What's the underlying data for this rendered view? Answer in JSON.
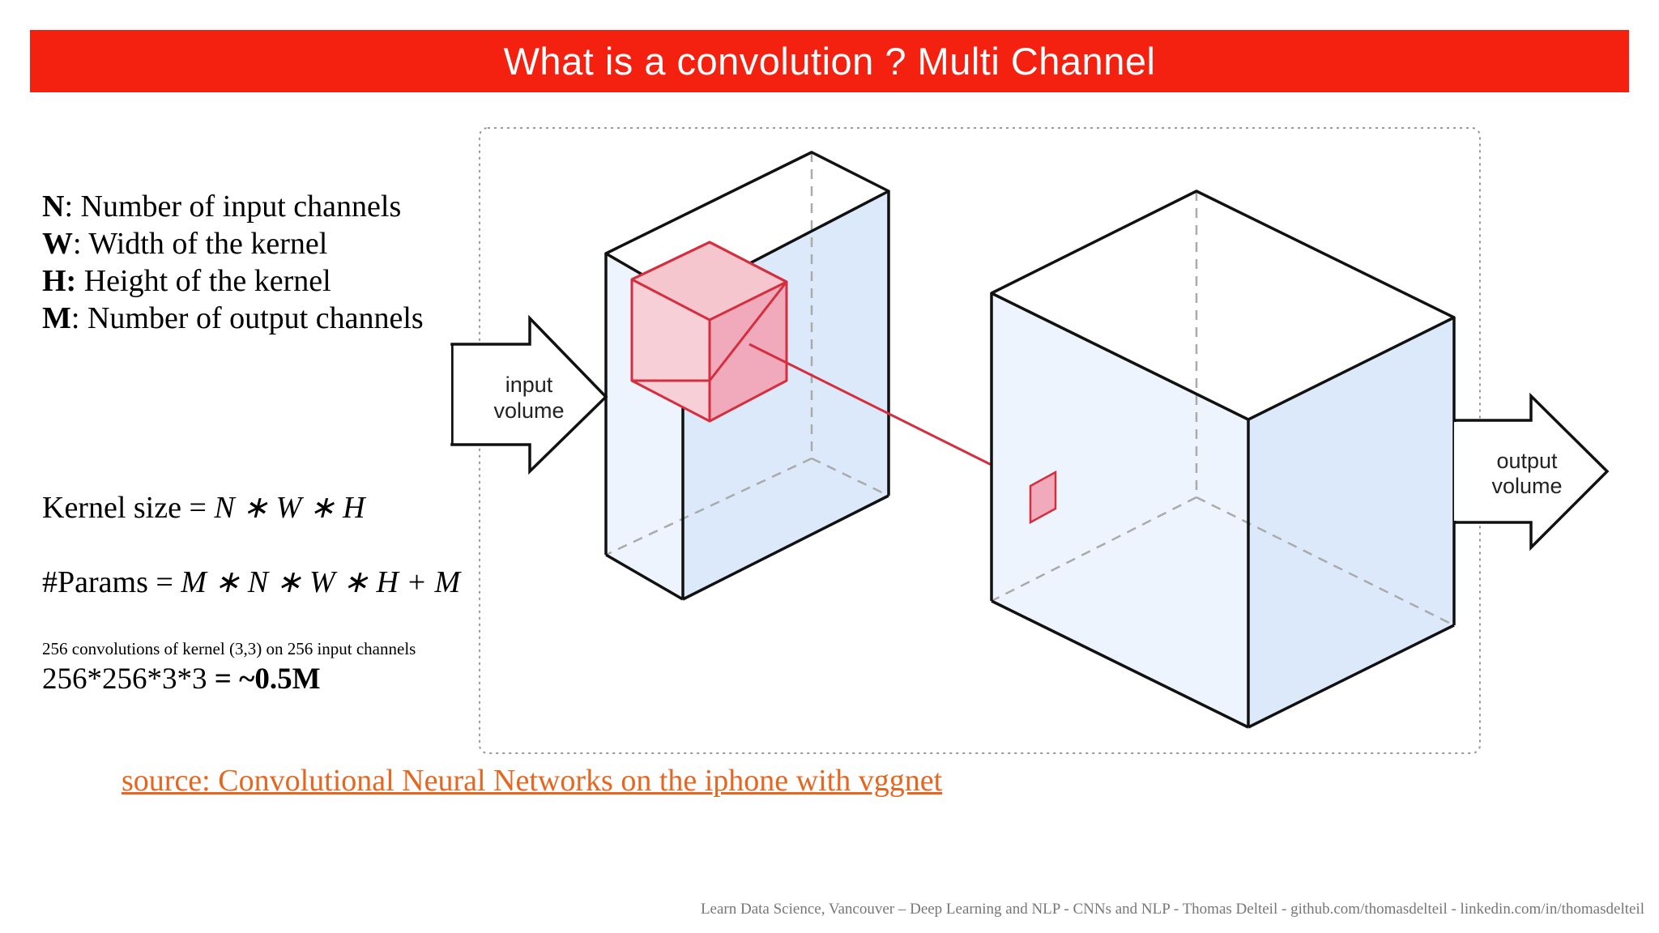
{
  "title": "What is a convolution ? Multi Channel",
  "definitions": [
    {
      "symbol": "N",
      "sep": ":",
      "text": " Number of input channels"
    },
    {
      "symbol": "W",
      "sep": ":",
      "text": " Width of the kernel"
    },
    {
      "symbol": "H:",
      "sep": "",
      "text": " Height of the kernel"
    },
    {
      "symbol": "M",
      "sep": ":",
      "text": " Number of output channels"
    }
  ],
  "kernel_size": {
    "label": "Kernel size = ",
    "expression": "N ∗ W ∗ H"
  },
  "params": {
    "label": "#Params = ",
    "expression": "M ∗ N ∗ W ∗ H + M"
  },
  "example": {
    "note": "256 convolutions of kernel (3,3) on 256 input channels",
    "calc": "256*256*3*3",
    "result": " = ~0.5M"
  },
  "diagram": {
    "input_label_line1": "input",
    "input_label_line2": "volume",
    "output_label_line1": "output",
    "output_label_line2": "volume",
    "colors": {
      "kernel_red": "#d32f3f",
      "volume_blue": "#dce9fb",
      "dashed": "#aaaaaa"
    }
  },
  "source_link": "source: Convolutional Neural Networks on the iphone with vggnet",
  "footer": "Learn Data Science, Vancouver – Deep Learning and NLP - CNNs and NLP - Thomas Delteil - github.com/thomasdelteil - linkedin.com/in/thomasdelteil",
  "colors": {
    "title_bg": "#f42010",
    "link": "#e7661f",
    "footer": "#777777"
  }
}
